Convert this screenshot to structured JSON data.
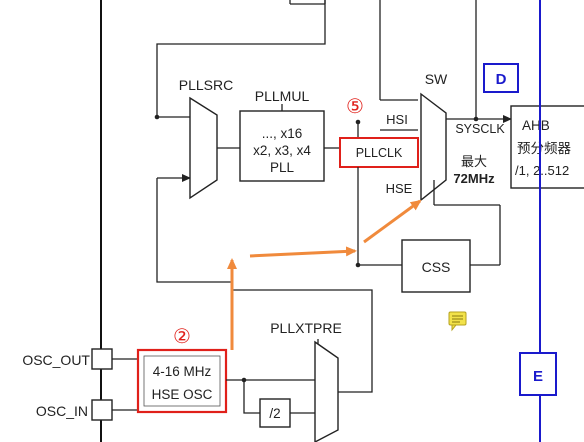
{
  "labels": {
    "pllsrc": "PLLSRC",
    "pllmul": "PLLMUL",
    "pll_block_line1": "..., x16",
    "pll_block_line2": "x2, x3, x4",
    "pll_block_line3": "PLL",
    "sw": "SW",
    "hsi": "HSI",
    "pllclk": "PLLCLK",
    "hse": "HSE",
    "sysclk": "SYSCLK",
    "max_line1": "最大",
    "max_line2": "72MHz",
    "ahb_line1": "AHB",
    "ahb_line2": "预分频器",
    "ahb_line3": "/1, 2..512",
    "css": "CSS",
    "pllxtpre": "PLLXTPRE",
    "osc_out": "OSC_OUT",
    "osc_in": "OSC_IN",
    "hse_osc_line1": "4-16 MHz",
    "hse_osc_line2": "HSE OSC",
    "div2": "/2"
  },
  "markers": {
    "circle_5": "⑤",
    "circle_2": "②",
    "box_d": "D",
    "box_e": "E"
  },
  "colors": {
    "line": "#222222",
    "red_highlight": "#e0201a",
    "orange_arrow": "#f08a3c",
    "blue_marker": "#1a1acc",
    "note_icon": "#f2e24a"
  },
  "icons": {
    "note": "comment-note-icon"
  }
}
